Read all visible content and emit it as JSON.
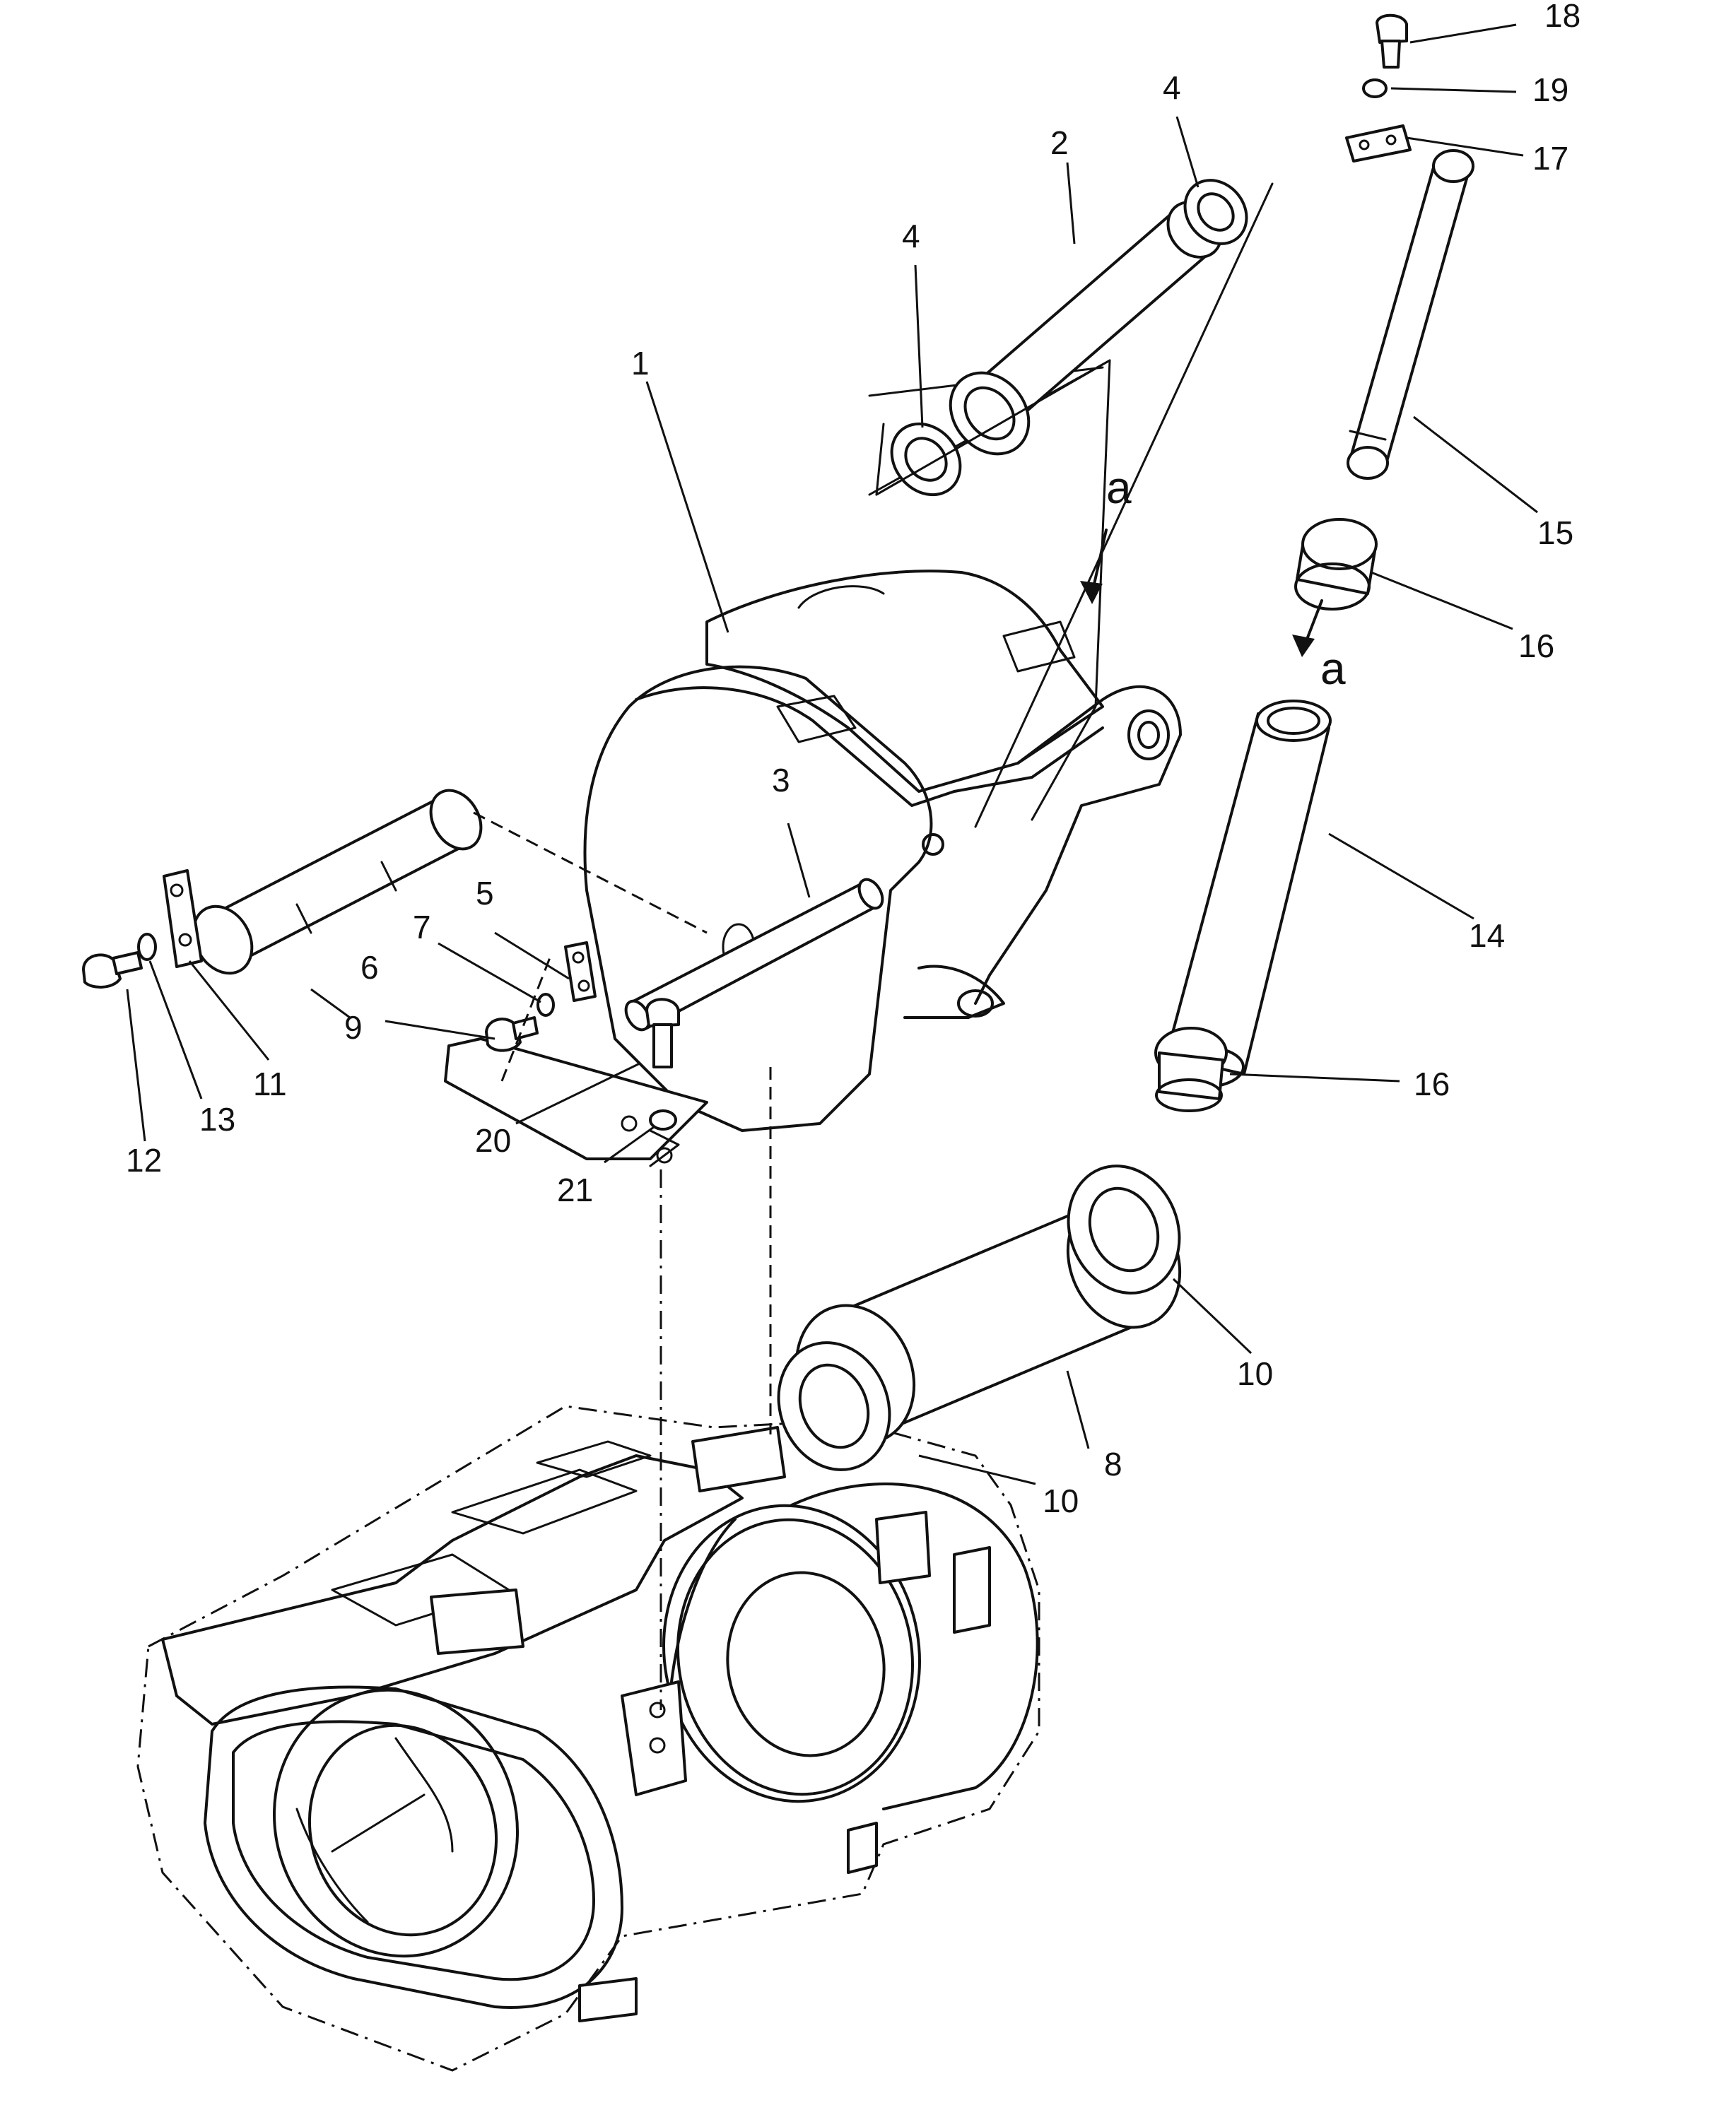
{
  "callouts": [
    {
      "id": "1",
      "text": "1"
    },
    {
      "id": "2",
      "text": "2"
    },
    {
      "id": "3",
      "text": "3"
    },
    {
      "id": "4a",
      "text": "4"
    },
    {
      "id": "4b",
      "text": "4"
    },
    {
      "id": "5",
      "text": "5"
    },
    {
      "id": "6",
      "text": "6"
    },
    {
      "id": "7",
      "text": "7"
    },
    {
      "id": "8",
      "text": "8"
    },
    {
      "id": "9",
      "text": "9"
    },
    {
      "id": "10a",
      "text": "10"
    },
    {
      "id": "10b",
      "text": "10"
    },
    {
      "id": "11",
      "text": "11"
    },
    {
      "id": "12",
      "text": "12"
    },
    {
      "id": "13",
      "text": "13"
    },
    {
      "id": "14",
      "text": "14"
    },
    {
      "id": "15",
      "text": "15"
    },
    {
      "id": "16a",
      "text": "16"
    },
    {
      "id": "16b",
      "text": "16"
    },
    {
      "id": "17",
      "text": "17"
    },
    {
      "id": "18",
      "text": "18"
    },
    {
      "id": "19",
      "text": "19"
    },
    {
      "id": "20",
      "text": "20"
    },
    {
      "id": "21",
      "text": "21"
    }
  ],
  "view_markers": [
    {
      "id": "a1",
      "text": "a"
    },
    {
      "id": "a2",
      "text": "a"
    }
  ]
}
